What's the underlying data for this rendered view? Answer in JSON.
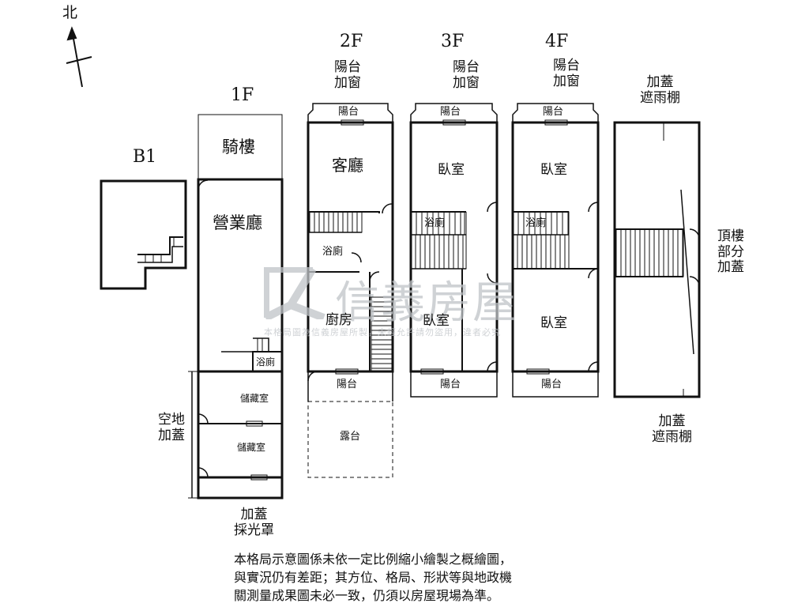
{
  "compass": {
    "north": "北"
  },
  "floors": {
    "b1": "B1",
    "f1": "1F",
    "f2": "2F",
    "f3": "3F",
    "f4": "4F"
  },
  "rooms": {
    "qilou": "騎樓",
    "business_hall": "營業廳",
    "bath_1f": "浴廁",
    "storage_1": "儲藏室",
    "storage_2": "儲藏室",
    "living_room": "客廳",
    "bath_2f": "浴廁",
    "kitchen": "廚房",
    "balcony_2f_top": "陽台",
    "balcony_2f_bottom": "陽台",
    "terrace": "露台",
    "bedroom_3f_a": "臥室",
    "bath_3f": "浴廁",
    "bedroom_3f_b": "臥室",
    "balcony_3f_top": "陽台",
    "balcony_3f_bottom": "陽台",
    "bedroom_4f_a": "臥室",
    "bath_4f": "浴廁",
    "bedroom_4f_b": "臥室",
    "balcony_4f_top": "陽台",
    "balcony_4f_bottom": "陽台"
  },
  "callouts": {
    "yard_addon": [
      "空地",
      "加蓋"
    ],
    "skylight_addon": [
      "加蓋",
      "採光罩"
    ],
    "balcony_window_2f": [
      "陽台",
      "加窗"
    ],
    "balcony_window_3f": [
      "陽台",
      "加窗"
    ],
    "balcony_window_4f": [
      "陽台",
      "加窗"
    ],
    "roof_canopy_top": [
      "加蓋",
      "遮雨棚"
    ],
    "roof_partial_addon": [
      "頂樓",
      "部分",
      "加蓋"
    ],
    "roof_canopy_bottom": [
      "加蓋",
      "遮雨棚"
    ]
  },
  "watermark": {
    "brand": "信義房屋",
    "notice": "本格局圖為信義房屋所製，未經允許請勿盜用，違者必究"
  },
  "disclaimer": [
    "本格局示意圖係未依一定比例縮小繪製之概繪圖，",
    "與實況仍有差距；其方位、格局、形狀等與地政機",
    "關測量成果圖未必一致，仍須以房屋現場為準。"
  ]
}
